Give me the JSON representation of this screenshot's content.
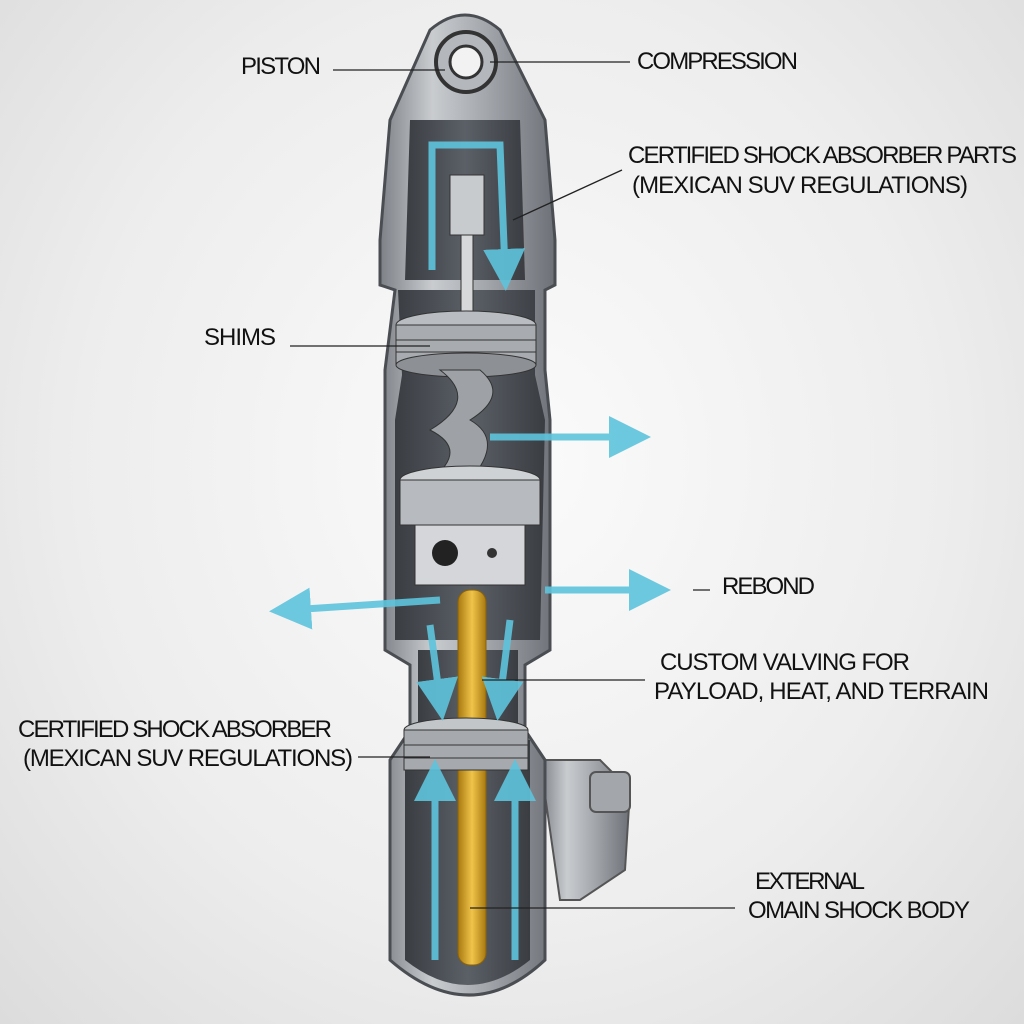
{
  "labels": {
    "piston": "PISTON",
    "compression": "COMPRESSION",
    "certified_parts_line1": "CERTIFIED SHOCK ABSORBER PARTS",
    "certified_parts_line2": "(MEXICAN SUV REGULATIONS)",
    "shims": "SHIMS",
    "rebond": "REBOND",
    "custom_valving_line1": "CUSTOM VALVING FOR",
    "custom_valving_line2": "PAYLOAD, HEAT, AND TERRAIN",
    "certified_absorber_line1": "CERTIFIED SHOCK ABSORBER",
    "certified_absorber_line2": "(MEXICAN SUV REGULATIONS)",
    "external_line1": "EXTERNAL",
    "external_line2": "OMAIN SHOCK BODY"
  },
  "colors": {
    "flow": "#5ec4dc",
    "oil": "#d9a520",
    "body": "#9a9ea3",
    "interior": "#4a4e54"
  }
}
